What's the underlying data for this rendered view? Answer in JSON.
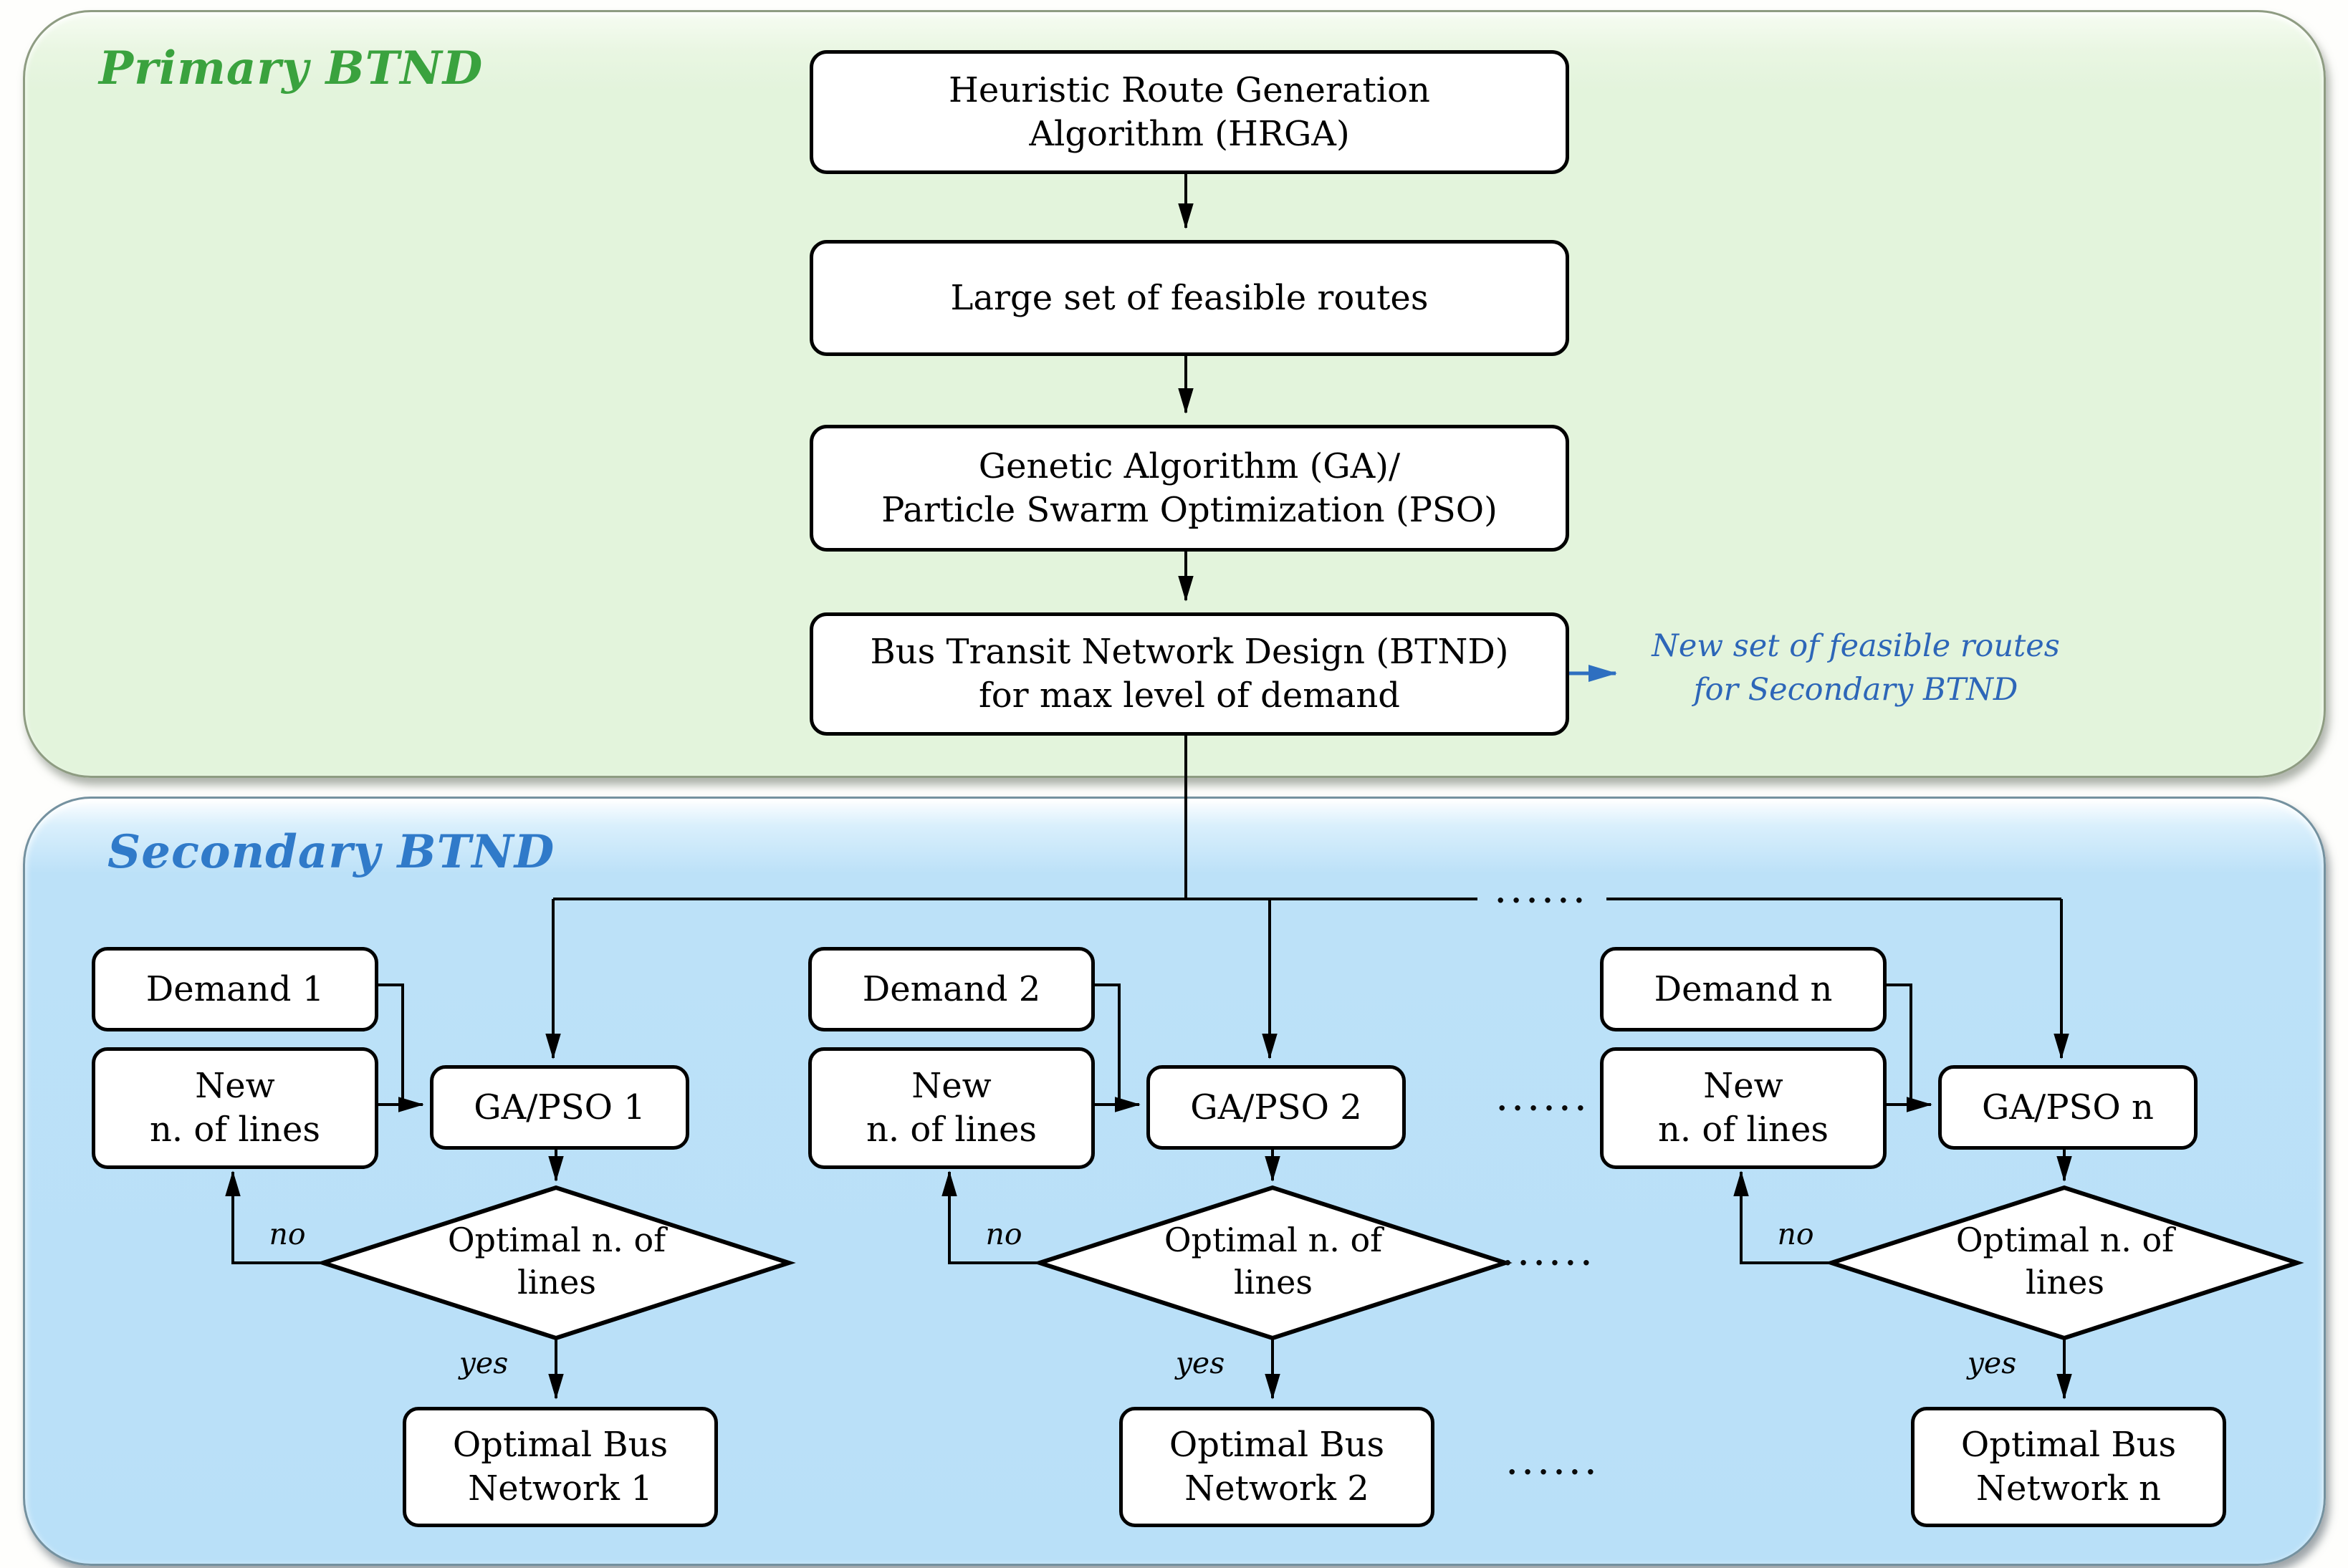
{
  "titles": {
    "primary": "Primary BTND",
    "secondary": "Secondary BTND"
  },
  "primary_flow": {
    "boxes": [
      {
        "lines": [
          "Heuristic Route Generation",
          "Algorithm (HRGA)"
        ]
      },
      {
        "lines": [
          "Large set of feasible routes"
        ]
      },
      {
        "lines": [
          "Genetic Algorithm (GA)/",
          "Particle Swarm Optimization (PSO)"
        ]
      },
      {
        "lines": [
          "Bus Transit Network Design (BTND)",
          "for max level of demand"
        ]
      }
    ],
    "annotation": {
      "lines": [
        "New set of feasible routes",
        "for Secondary BTND"
      ]
    }
  },
  "secondary_flow": {
    "ellipsis": "......",
    "columns": [
      {
        "demand": "Demand 1",
        "new_lines": [
          "New",
          "n. of lines"
        ],
        "gapso": "GA/PSO 1",
        "decision": [
          "Optimal",
          "n. of lines"
        ],
        "no_label": "no",
        "yes_label": "yes",
        "network": [
          "Optimal Bus",
          "Network 1"
        ]
      },
      {
        "demand": "Demand 2",
        "new_lines": [
          "New",
          "n. of lines"
        ],
        "gapso": "GA/PSO 2",
        "decision": [
          "Optimal",
          "n. of lines"
        ],
        "no_label": "no",
        "yes_label": "yes",
        "network": [
          "Optimal Bus",
          "Network 2"
        ]
      },
      {
        "demand": "Demand n",
        "new_lines": [
          "New",
          "n. of lines"
        ],
        "gapso": "GA/PSO n",
        "decision": [
          "Optimal",
          "n. of lines"
        ],
        "no_label": "no",
        "yes_label": "yes",
        "network": [
          "Optimal Bus",
          "Network n"
        ]
      }
    ]
  },
  "colors": {
    "primary_title_green": "#3aa23e",
    "secondary_title_blue": "#307ac9",
    "annotation_blue": "#2d66b8",
    "arrow_blue": "#2e6fc0",
    "panel_green_fill": "#e3f4dc",
    "panel_blue_fill": "#b9e0f8",
    "node_fill": "#ffffff",
    "node_border": "#000000"
  }
}
